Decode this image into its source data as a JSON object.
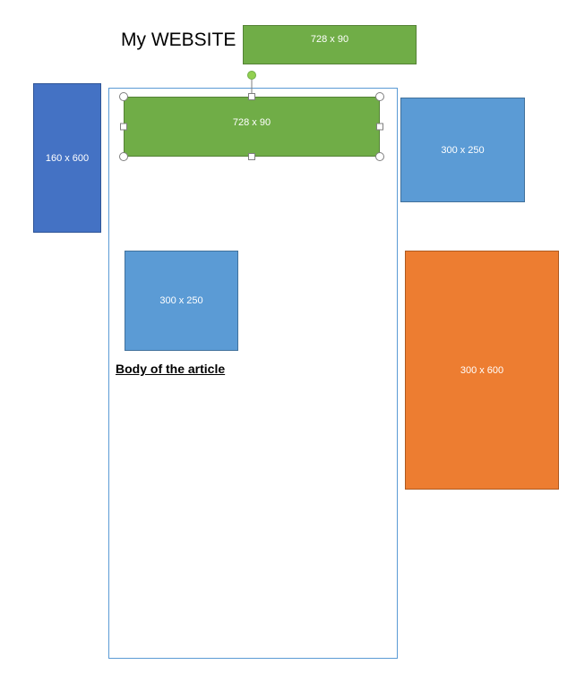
{
  "site_title": "My WEBSITE",
  "ads": {
    "leaderboard_top": {
      "label": "728 x 90",
      "color": "#70ad47"
    },
    "leaderboard_selected": {
      "label": "728 x 90",
      "color": "#70ad47"
    },
    "skyscraper": {
      "label": "160 x 600",
      "color": "#4472c4"
    },
    "rectangle_right": {
      "label": "300 x 250",
      "color": "#5b9bd5"
    },
    "rectangle_content": {
      "label": "300 x 250",
      "color": "#5b9bd5"
    },
    "half_page": {
      "label": "300 x 600",
      "color": "#ed7d31"
    }
  },
  "article": {
    "body_label": "Body of the article",
    "border_color": "#5b9bd5"
  },
  "selection": {
    "handle_color": "#ffffff",
    "handle_border": "#7f7f7f",
    "rotate_handle_color": "#92d050"
  }
}
